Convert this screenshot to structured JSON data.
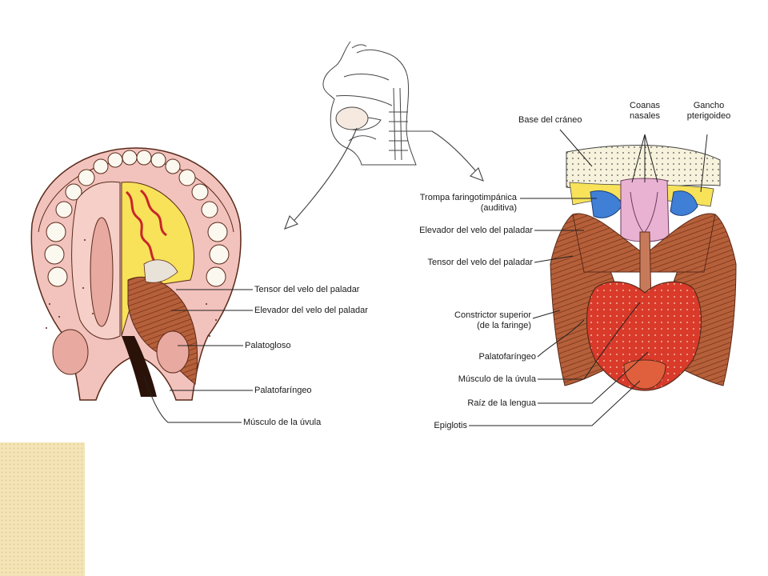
{
  "labels": {
    "left": {
      "tensor": "Tensor del velo del paladar",
      "elevador": "Elevador del velo del paladar",
      "palatogloso": "Palatogloso",
      "palatofaringeo": "Palatofaríngeo",
      "musculo_uvula": "Músculo de la úvula"
    },
    "right": {
      "base_craneo": "Base del cráneo",
      "coanas_1": "Coanas",
      "coanas_2": "nasales",
      "gancho_1": "Gancho",
      "gancho_2": "pterigoideo",
      "trompa_1": "Trompa faringotimpánica",
      "trompa_2": "(auditiva)",
      "elevador": "Elevador del velo del paladar",
      "tensor": "Tensor del velo del paladar",
      "constrictor_1": "Constrictor superior",
      "constrictor_2": "(de la faringe)",
      "palatofaringeo": "Palatofaríngeo",
      "musculo_uvula": "Músculo de la úvula",
      "raiz_lengua": "Raíz de la lengua",
      "epiglotis": "Epiglotis"
    }
  },
  "colors": {
    "muscle": "#b5603a",
    "muscle_dark": "#7a3418",
    "mucosa": "#f2c2bc",
    "tongue": "#d93a2a",
    "yellow": "#f7e25a",
    "blue": "#3f7fd6",
    "pink": "#e9b2d2",
    "bone": "#f7f2dc",
    "corner": "#f4e5b8"
  }
}
